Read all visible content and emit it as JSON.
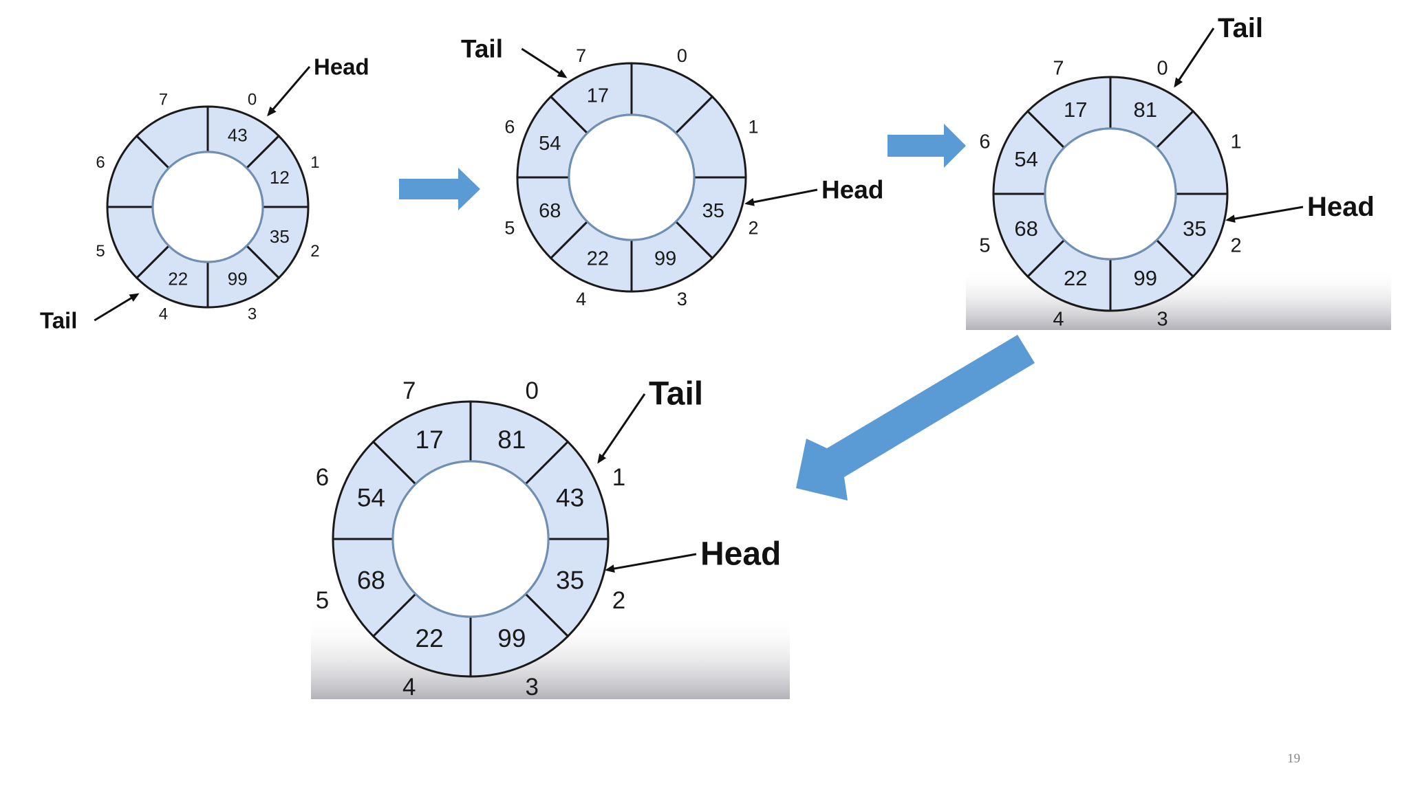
{
  "slide": {
    "page_number": "19"
  },
  "pointer_labels": {
    "head": "Head",
    "tail": "Tail"
  },
  "colors": {
    "cell_fill": "#d6e3f6",
    "arrow_fill": "#5b9bd5",
    "ring_stroke": "#1a1a1a"
  },
  "queues": [
    {
      "step": 1,
      "slots": [
        "43",
        "12",
        "35",
        "99",
        "22",
        "",
        "",
        ""
      ],
      "indices": [
        "0",
        "1",
        "2",
        "3",
        "4",
        "5",
        "6",
        "7"
      ],
      "head_index": 0,
      "tail_index": 4
    },
    {
      "step": 2,
      "slots": [
        "",
        "",
        "35",
        "99",
        "22",
        "68",
        "54",
        "17"
      ],
      "indices": [
        "0",
        "1",
        "2",
        "3",
        "4",
        "5",
        "6",
        "7"
      ],
      "head_index": 2,
      "tail_index": 7
    },
    {
      "step": 3,
      "slots": [
        "81",
        "",
        "35",
        "99",
        "22",
        "68",
        "54",
        "17"
      ],
      "indices": [
        "0",
        "1",
        "2",
        "3",
        "4",
        "5",
        "6",
        "7"
      ],
      "head_index": 2,
      "tail_index": 0
    },
    {
      "step": 4,
      "slots": [
        "81",
        "43",
        "35",
        "99",
        "22",
        "68",
        "54",
        "17"
      ],
      "indices": [
        "0",
        "1",
        "2",
        "3",
        "4",
        "5",
        "6",
        "7"
      ],
      "head_index": 2,
      "tail_index": 1
    }
  ]
}
